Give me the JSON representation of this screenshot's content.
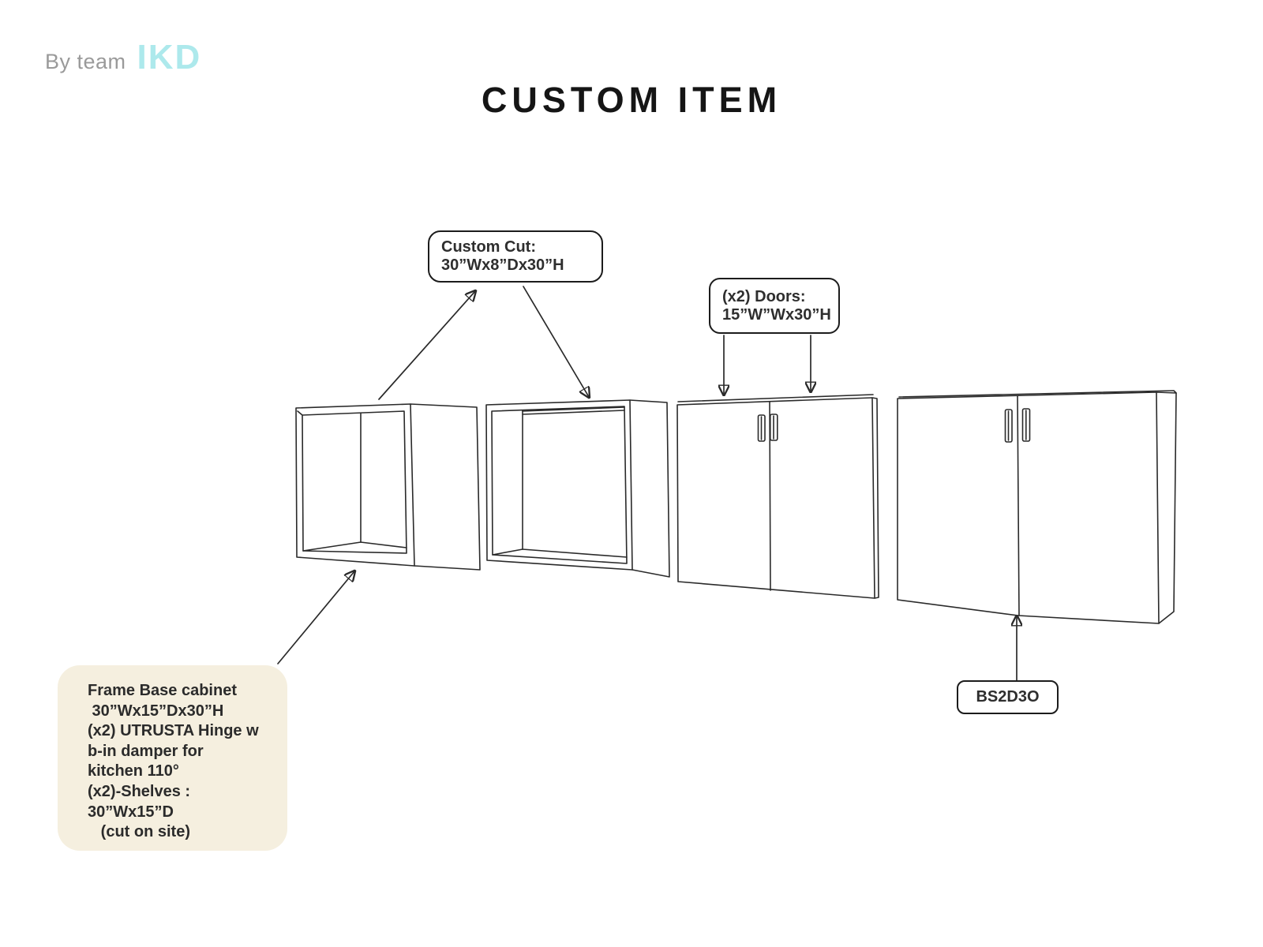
{
  "header": {
    "byline": "By team",
    "logo": "IKD",
    "title": "CUSTOM ITEM"
  },
  "callouts": {
    "custom_cut": {
      "line1": "Custom Cut:",
      "line2": "30”Wx8”Dx30”H"
    },
    "doors": {
      "line1": "(x2) Doors:",
      "line2": "15”W”Wx30”H"
    },
    "part_code": "BS2D3O",
    "frame_note_lines": [
      "Frame Base cabinet",
      " 30”Wx15”Dx30”H",
      "(x2) UTRUSTA Hinge w",
      "b-in damper for",
      "kitchen 110°",
      "(x2)-Shelves :",
      "30”Wx15”D",
      "   (cut on site)"
    ]
  },
  "diagram": {
    "cabinets": [
      "open base cabinet frame",
      "custom cut cabinet frame",
      "cabinet front with two doors",
      "assembled cabinet BS2D3O"
    ]
  },
  "colors": {
    "logo_accent": "#ade9ec",
    "byline_gray": "#9a9a9a",
    "note_background": "#f5efdf",
    "line_color": "#2a2a2a"
  }
}
